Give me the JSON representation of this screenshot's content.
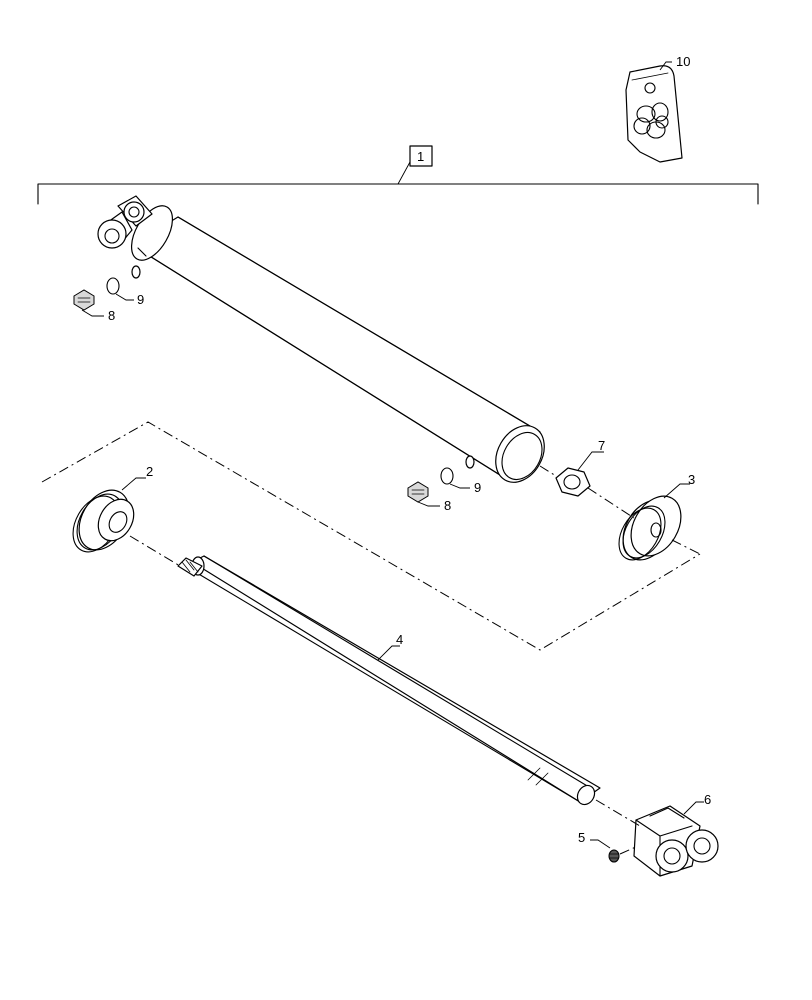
{
  "callouts": {
    "assembly": "1",
    "gland": "2",
    "piston": "3",
    "rod": "4",
    "grease_fitting": "5",
    "rod_clevis": "6",
    "nut": "7",
    "plug_upper": "8",
    "plug_lower": "8",
    "oring_upper": "9",
    "oring_lower": "9",
    "seal_kit": "10"
  }
}
